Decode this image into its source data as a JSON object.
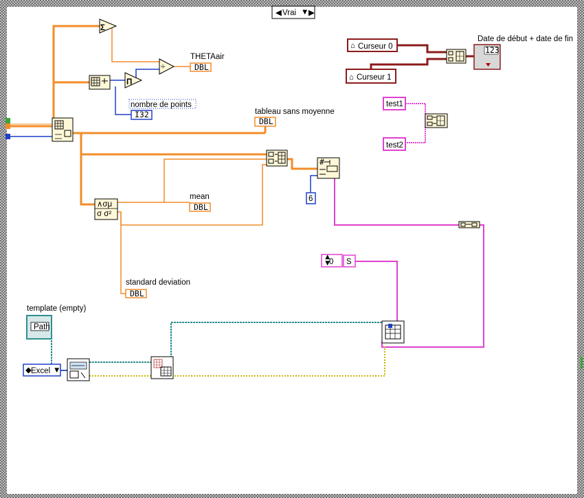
{
  "case_structure": {
    "selector_value": "Vrai",
    "left_arrow": "◀",
    "right_arrow": "▶",
    "dropdown_arrow": "▼"
  },
  "labels": {
    "theta_air": "THETAair",
    "nombre_de_points": "nombre de points",
    "tableau_sans_moyenne": "tableau sans moyenne",
    "mean": "mean",
    "standard_deviation": "standard deviation",
    "template_empty": "template (empty)",
    "date_debut_fin": "Date de début + date de fin"
  },
  "terminals": {
    "dbl": "DBL",
    "i32": "I32",
    "path": "Path",
    "fixed_digits": "123"
  },
  "constants": {
    "six": "6",
    "zero": "0",
    "s": "S",
    "excel": "Excel"
  },
  "locals": {
    "curseur0": "Curseur 0",
    "curseur1": "Curseur 1",
    "test1": "test1",
    "test2": "test2"
  },
  "function_glyphs": {
    "sum": "Σ",
    "product": "Π",
    "divide": "÷",
    "std_dev_top": "∧σμ",
    "std_dev_bottom": "σ σ²"
  },
  "colors": {
    "dbl_orange": "#f28c28",
    "i32_blue": "#1e3fc8",
    "string_pink": "#e040d0",
    "refnum_teal": "#2f8f8f",
    "cluster_darkred": "#8b1a1a",
    "error_yellow": "#c8b400"
  }
}
